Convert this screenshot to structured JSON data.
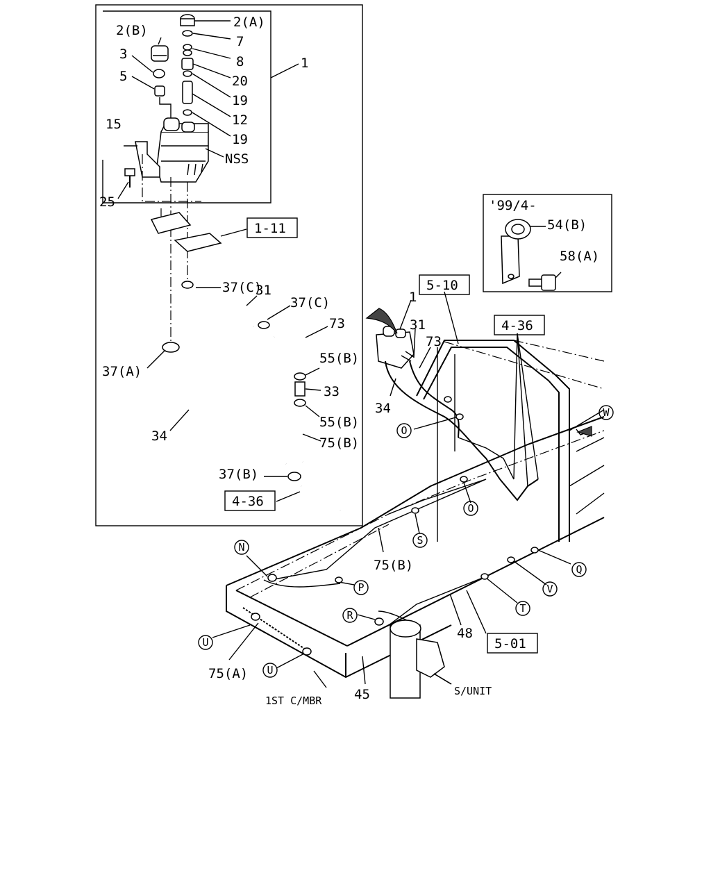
{
  "labels": {
    "l_1": "1",
    "l_2a": "2(A)",
    "l_2b": "2(B)",
    "l_3": "3",
    "l_5": "5",
    "l_7": "7",
    "l_8": "8",
    "l_20": "20",
    "l_19a": "19",
    "l_12": "12",
    "l_19b": "19",
    "l_15": "15",
    "l_nss": "NSS",
    "l_25": "25",
    "l_37c_1": "37(C)",
    "l_31": "31",
    "l_37c_2": "37(C)",
    "l_73": "73",
    "l_55b_1": "55(B)",
    "l_33": "33",
    "l_55b_2": "55(B)",
    "l_75b_1": "75(B)",
    "l_37a": "37(A)",
    "l_34": "34",
    "l_37b": "37(B)",
    "l_99": "'99/4-",
    "l_54b": "54(B)",
    "l_58a": "58(A)",
    "l_m_1": "1",
    "l_m_31": "31",
    "l_m_73": "73",
    "l_m_34": "34",
    "l_75b_2": "75(B)",
    "l_48": "48",
    "l_75a": "75(A)",
    "l_45": "45",
    "l_1stcmbr": "1ST C/MBR",
    "l_sunit": "S/UNIT"
  },
  "boxed_refs": {
    "ref_1_11": "1-11",
    "ref_4_36_a": "4-36",
    "ref_5_10": "5-10",
    "ref_4_36_b": "4-36",
    "ref_5_01": "5-01"
  },
  "circle_markers": {
    "m_O1": "O",
    "m_O2": "O",
    "m_W": "W",
    "m_S": "S",
    "m_N": "N",
    "m_P": "P",
    "m_Q": "Q",
    "m_V": "V",
    "m_T": "T",
    "m_R": "R",
    "m_U1": "U",
    "m_U2": "U"
  }
}
